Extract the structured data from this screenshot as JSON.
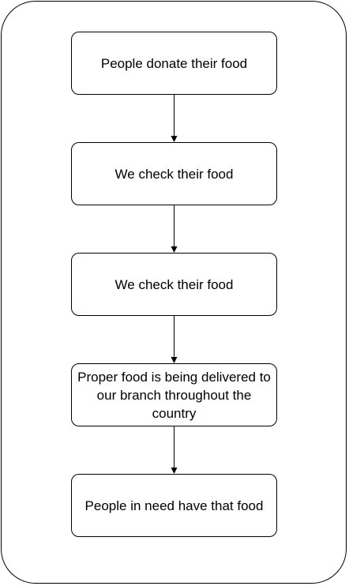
{
  "diagram": {
    "steps": [
      {
        "label": "People donate their food"
      },
      {
        "label": "We check their food"
      },
      {
        "label": "We check their food"
      },
      {
        "label": "Proper food is being delivered to our branch throughout the country"
      },
      {
        "label": "People in need have that food"
      }
    ],
    "colors": {
      "stroke": "#000000",
      "fill": "#ffffff",
      "text": "#000000"
    }
  }
}
